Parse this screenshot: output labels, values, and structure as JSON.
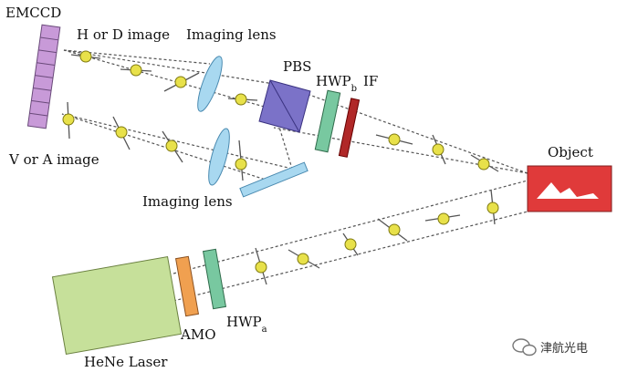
{
  "labels": {
    "emccd": "EMCCD",
    "h_or_d_image": "H or D image",
    "imaging_lens_top": "Imaging lens",
    "pbs": "PBS",
    "hwp_b_main": "HWP",
    "hwp_b_sub": "b",
    "if_filter": "IF",
    "object": "Object",
    "v_or_a_image": "V or A image",
    "imaging_lens_bottom": "Imaging lens",
    "amo": "AMO",
    "hwp_a_main": "HWP",
    "hwp_a_sub": "a",
    "hene_laser": "HeNe Laser"
  },
  "watermark": {
    "text": "津航光电",
    "icon": "wechat-icon"
  },
  "colors": {
    "emccd": "#c89ad8",
    "lens": "#a8d8f0",
    "pbs": "#7b72c8",
    "hwp": "#78c8a0",
    "if_filter": "#b02828",
    "object": "#e03a3a",
    "laser": "#c6e09a",
    "amo": "#f0a050",
    "mirror": "#a8d8f0",
    "polarization_dot": "#e8e14a"
  }
}
